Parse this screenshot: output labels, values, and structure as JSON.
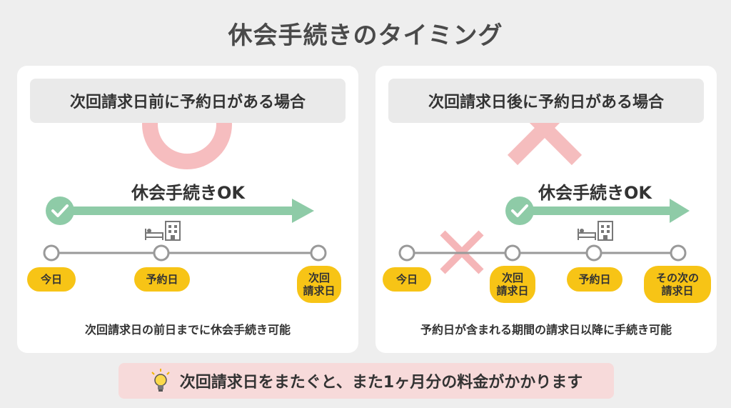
{
  "title": "休会手続きのタイミング",
  "left": {
    "heading": "次回請求日前に予約日がある場合",
    "ok_label": "休会手続きOK",
    "points": [
      "今日",
      "予約日",
      "次回\n請求日"
    ],
    "caption": "次回請求日の前日までに休会手続き可能",
    "mark": "circle-mark"
  },
  "right": {
    "heading": "次回請求日後に予約日がある場合",
    "ok_label": "休会手続きOK",
    "points": [
      "今日",
      "次回\n請求日",
      "予約日",
      "その次の\n請求日"
    ],
    "caption": "予約日が含まれる期間の請求日以降に手続き可能",
    "mark": "cross-mark"
  },
  "notice": {
    "text": "次回請求日をまたぐと、また1ヶ月分の料金がかかります",
    "icon": "lightbulb-icon"
  },
  "colors": {
    "ok_green": "#8ecba7",
    "badge_yellow": "#f7c416",
    "mark_pink": "#f5b6b8",
    "notice_bg": "#f7dada"
  }
}
